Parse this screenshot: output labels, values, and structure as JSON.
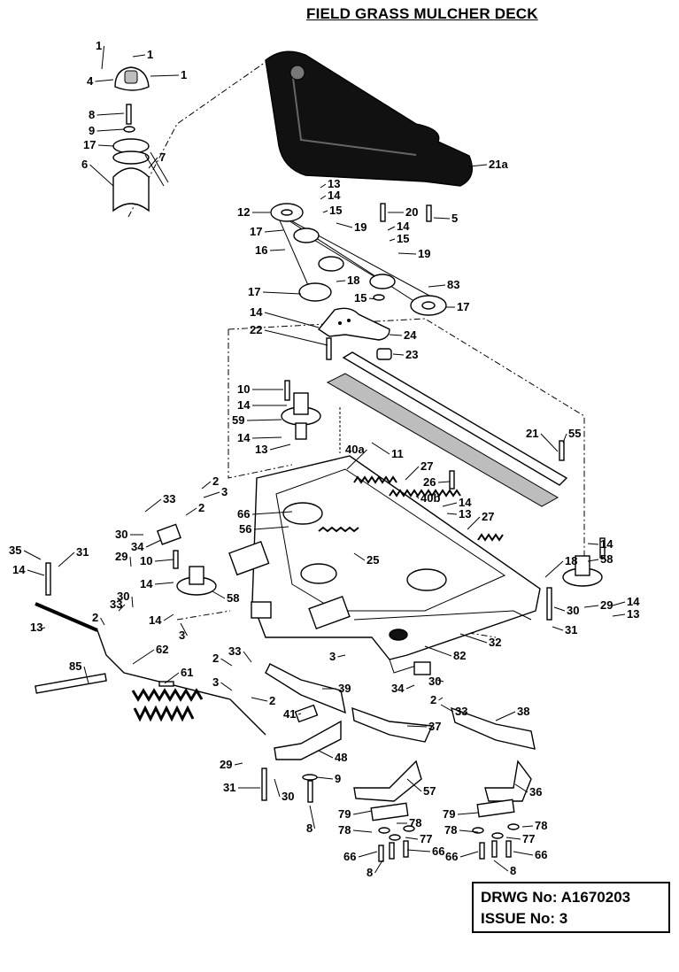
{
  "title": "FIELD GRASS MULCHER DECK",
  "drawing_number_label": "DRWG No:  A1670203",
  "issue_label": "ISSUE No: 3",
  "callouts": [
    "1",
    "1",
    "4",
    "1",
    "8",
    "9",
    "17",
    "7",
    "6",
    "21a",
    "13",
    "14",
    "15",
    "12",
    "20",
    "5",
    "14",
    "15",
    "19",
    "17",
    "16",
    "19",
    "18",
    "83",
    "17",
    "15",
    "17",
    "14",
    "24",
    "22",
    "23",
    "10",
    "14",
    "59",
    "14",
    "13",
    "21",
    "55",
    "11",
    "40a",
    "27",
    "26",
    "14",
    "40b",
    "13",
    "2",
    "3",
    "33",
    "2",
    "30",
    "34",
    "66",
    "56",
    "25",
    "27",
    "10",
    "14",
    "58",
    "14",
    "3",
    "2",
    "33",
    "30",
    "29",
    "31",
    "35",
    "14",
    "13",
    "58",
    "29",
    "18",
    "14",
    "30",
    "31",
    "14",
    "13",
    "32",
    "82",
    "62",
    "33",
    "85",
    "61",
    "2",
    "3",
    "2",
    "3",
    "34",
    "30",
    "2",
    "33",
    "39",
    "41",
    "38",
    "37",
    "29",
    "48",
    "9",
    "31",
    "30",
    "57",
    "36",
    "79",
    "78",
    "78",
    "8",
    "77",
    "79",
    "78",
    "78",
    "77",
    "66",
    "66",
    "66",
    "66",
    "8",
    "8"
  ]
}
